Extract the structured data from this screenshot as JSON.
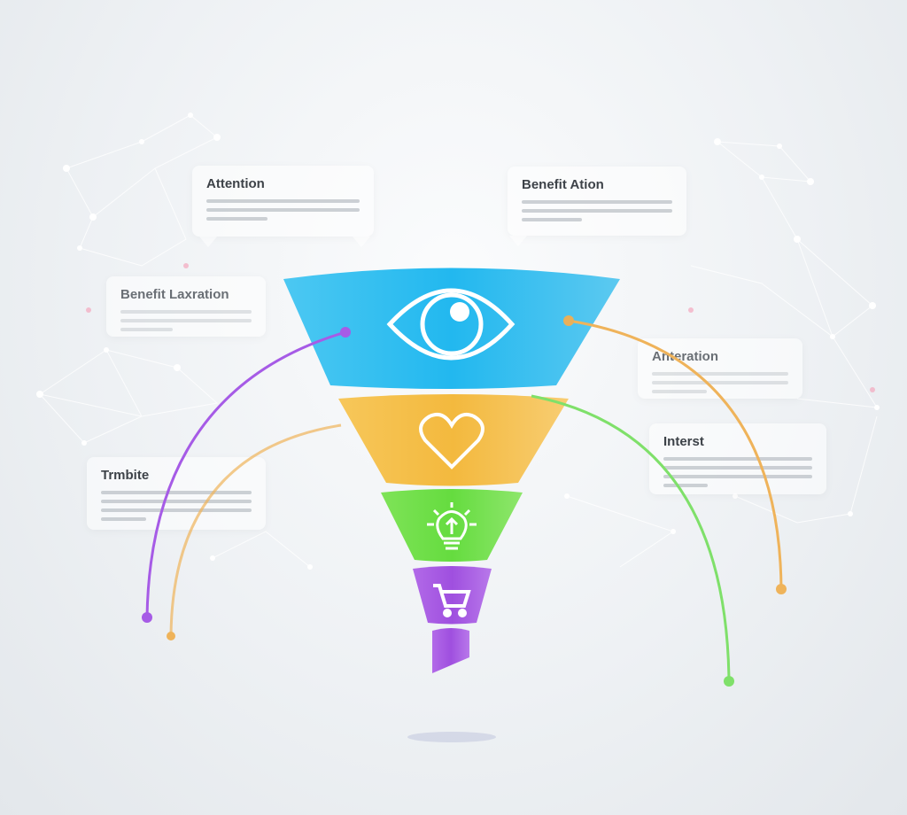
{
  "callouts": [
    {
      "title": "Attention"
    },
    {
      "title": "Benefit Ation"
    },
    {
      "title": "Benefit Laxration"
    },
    {
      "title": "Anteration"
    },
    {
      "title": "Trmbite"
    },
    {
      "title": "Interst"
    }
  ],
  "funnel": {
    "stages": [
      {
        "icon": "eye-icon",
        "color": "#29bff0"
      },
      {
        "icon": "heart-icon",
        "color": "#f4bd45"
      },
      {
        "icon": "lightbulb-icon",
        "color": "#6fe04a"
      },
      {
        "icon": "shopping-cart-icon",
        "color": "#a352e0"
      }
    ]
  },
  "connector_colors": {
    "purple": "#a65be6",
    "orange": "#efb35a",
    "green": "#7fe06a"
  }
}
